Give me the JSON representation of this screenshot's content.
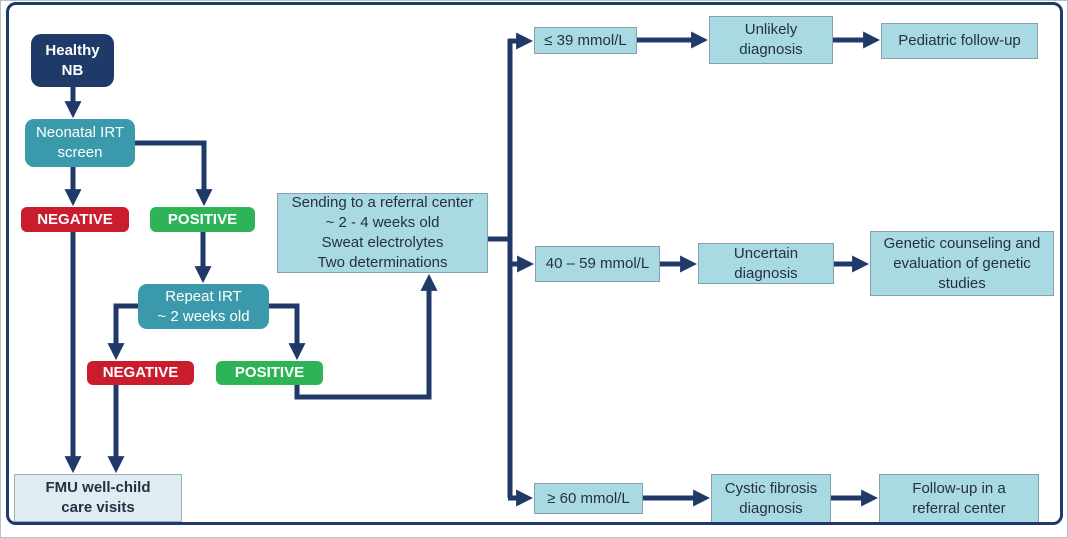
{
  "title": "Newborn cystic fibrosis screening flowchart",
  "colors": {
    "navy": "#1f3a68",
    "teal": "#3a9aab",
    "red": "#c91c2c",
    "green": "#2eb457",
    "cyan": "#a9d9e3",
    "cyan_border": "#85a2ac",
    "light": "#ddedf2",
    "light_border": "#9fb0b8",
    "text_dark": "#243142"
  },
  "nodes": {
    "healthy": {
      "label": "Healthy\nNB"
    },
    "neonatal": {
      "label": "Neonatal IRT\nscreen"
    },
    "negative1": {
      "label": "NEGATIVE"
    },
    "positive1": {
      "label": "POSITIVE"
    },
    "repeat": {
      "label": "Repeat IRT\n~ 2 weeks old"
    },
    "negative2": {
      "label": "NEGATIVE"
    },
    "positive2": {
      "label": "POSITIVE"
    },
    "sending": {
      "label": "Sending to a referral center\n~ 2 - 4 weeks old\nSweat electrolytes\nTwo determinations"
    },
    "fmu": {
      "label": "FMU well-child\ncare visits"
    },
    "le39": {
      "label": "≤ 39 mmol/L"
    },
    "unlikely": {
      "label": "Unlikely\ndiagnosis"
    },
    "pediatric": {
      "label": "Pediatric follow-up"
    },
    "r4059": {
      "label": "40 – 59 mmol/L"
    },
    "uncertain": {
      "label": "Uncertain\ndiagnosis"
    },
    "genetic": {
      "label": "Genetic counseling and\nevaluation of genetic\nstudies"
    },
    "ge60": {
      "label": "≥ 60 mmol/L"
    },
    "cystic": {
      "label": "Cystic fibrosis\ndiagnosis"
    },
    "followup": {
      "label": "Follow-up in a\nreferral center"
    }
  }
}
